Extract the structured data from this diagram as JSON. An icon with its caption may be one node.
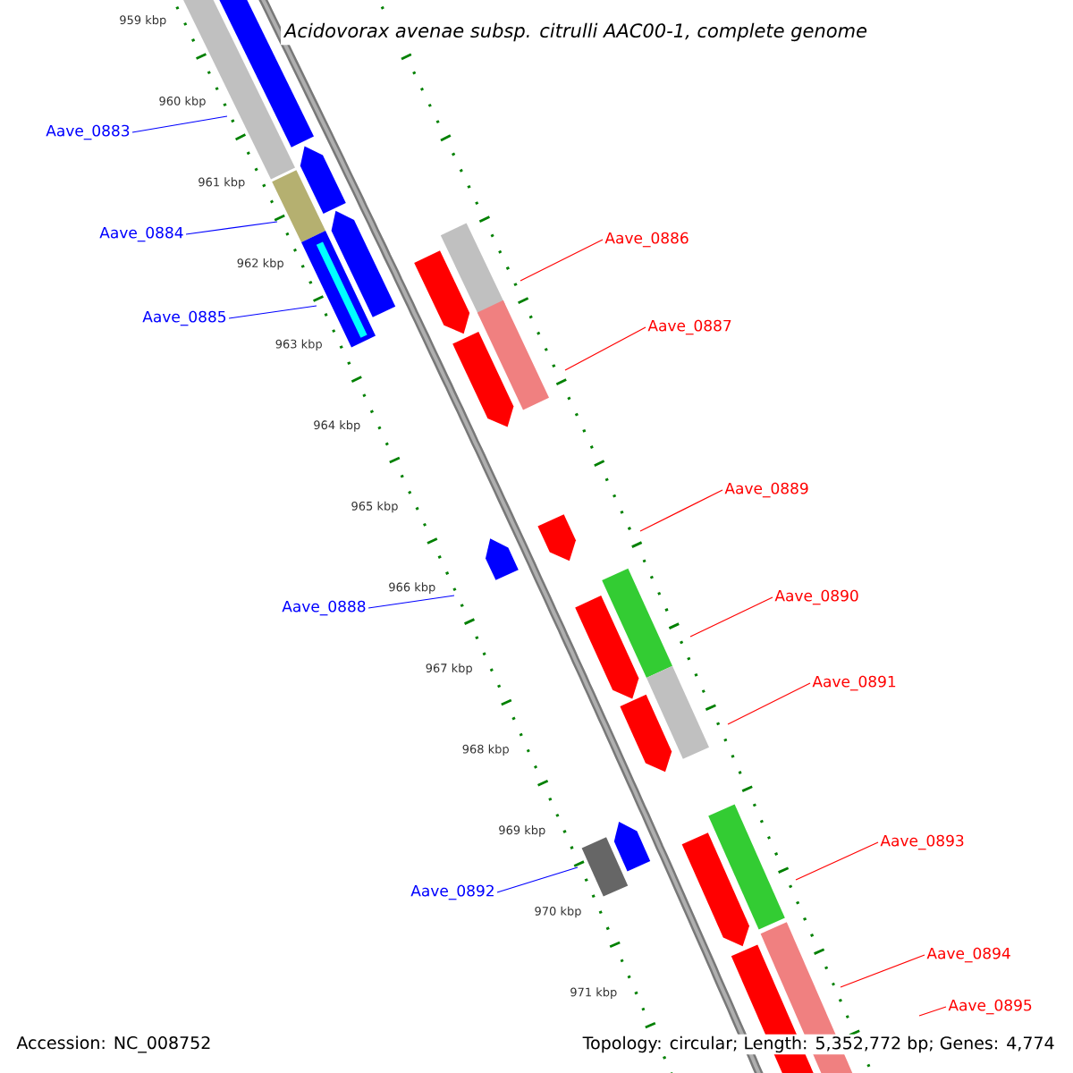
{
  "diagram": {
    "title": "Acidovorax avenae subsp. citrulli AAC00-1, complete genome",
    "nodes": [
      {
        "text": [
          "Aave_0883"
        ]
      },
      {
        "text": [
          "Aave_0884"
        ]
      },
      {
        "text": [
          "Aave_0886"
        ]
      },
      {
        "text": [
          "Aave_0885"
        ]
      },
      {
        "text": [
          "Aave_0887"
        ]
      },
      {
        "text": [
          "Aave_0889"
        ]
      },
      {
        "text": [
          "Aave_0890"
        ]
      },
      {
        "text": [
          "Aave_0888"
        ]
      },
      {
        "text": [
          "Aave_0891"
        ]
      },
      {
        "text": [
          "Aave_0893"
        ]
      },
      {
        "text": [
          "Aave_0892"
        ]
      },
      {
        "text": [
          "Aave_0894"
        ]
      },
      {
        "text": [
          "Aave_0895"
        ]
      }
    ],
    "edges": [
      {
        "from": 0,
        "to": null,
        "arrow": "none",
        "color": "#0000ff"
      },
      {
        "from": 1,
        "to": null,
        "arrow": "none",
        "color": "#0000ff"
      },
      {
        "from": 2,
        "to": null,
        "arrow": "none"
      },
      {
        "from": 3,
        "to": null,
        "arrow": "none",
        "color": "#0000ff"
      },
      {
        "from": 4,
        "to": null,
        "arrow": "none"
      },
      {
        "from": 5,
        "to": null,
        "arrow": "none"
      },
      {
        "from": 6,
        "to": null,
        "arrow": "none"
      },
      {
        "from": 7,
        "to": null,
        "arrow": "none",
        "color": "#0000ff"
      },
      {
        "from": 8,
        "to": null,
        "arrow": "none"
      },
      {
        "from": 9,
        "to": null,
        "arrow": "none"
      },
      {
        "from": 10,
        "to": null,
        "arrow": "none",
        "color": "#0000ff"
      },
      {
        "from": 11,
        "to": null,
        "arrow": "none"
      },
      {
        "from": 12,
        "to": null,
        "arrow": "none"
      }
    ],
    "labels": [
      "959 kbp",
      "960 kbp",
      "961 kbp",
      "962 kbp",
      "963 kbp",
      "964 kbp",
      "965 kbp",
      "966 kbp",
      "967 kbp",
      "968 kbp",
      "969 kbp",
      "970 kbp",
      "971 kbp",
      "Accession: NC_008752",
      "Topology: circular; Length: 5,352,772 bp; Genes: 4,774"
    ]
  }
}
